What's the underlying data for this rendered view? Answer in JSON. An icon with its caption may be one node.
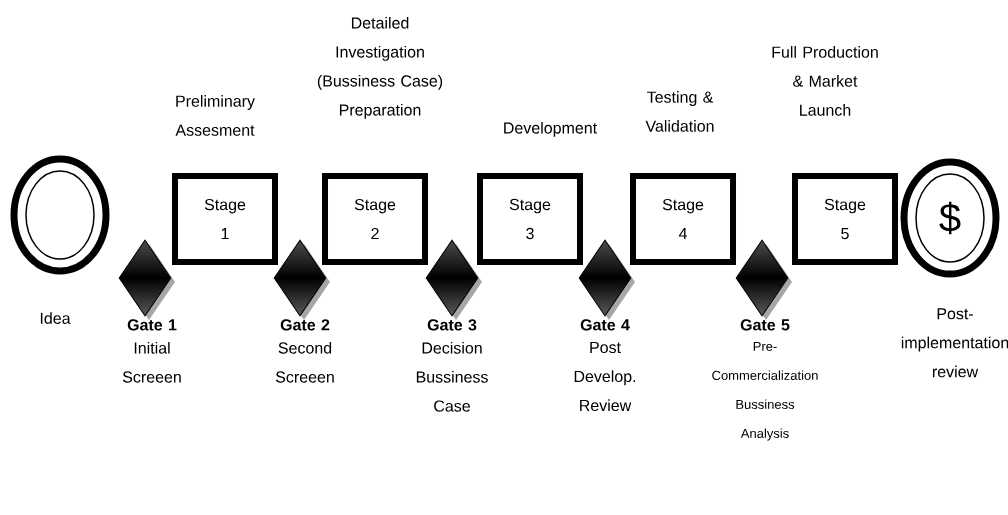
{
  "diagram": {
    "nodes": [
      {
        "text": [],
        "shape": "circle",
        "beside": [
          "Idea"
        ]
      },
      {
        "text": [
          "Stage 1"
        ],
        "beside": [
          "Preliminary Assesment"
        ]
      },
      {
        "text": [],
        "shape": "diamond",
        "beside": [
          "Gate 1",
          "Initial Screeen"
        ]
      },
      {
        "text": [
          "Stage 2"
        ],
        "beside": [
          "Detailed Investigation (Bussiness Case) Preparation"
        ]
      },
      {
        "text": [],
        "shape": "diamond",
        "beside": [
          "Gate 2",
          "Second Screeen"
        ]
      },
      {
        "text": [
          "Stage 3"
        ],
        "beside": [
          "Development"
        ]
      },
      {
        "text": [],
        "shape": "diamond",
        "beside": [
          "Gate 3",
          "Decision Bussiness Case"
        ]
      },
      {
        "text": [
          "Stage 4"
        ],
        "beside": [
          "Testing & Validation"
        ]
      },
      {
        "text": [],
        "shape": "diamond",
        "beside": [
          "Gate 4",
          "Post Develop. Review"
        ]
      },
      {
        "text": [
          "Stage 5"
        ],
        "beside": [
          "Full Production & Market Launch"
        ]
      },
      {
        "text": [],
        "shape": "diamond",
        "beside": [
          "Gate 5",
          "Pre-Commercialization Bussiness Analysis"
        ]
      },
      {
        "text": [
          "$"
        ],
        "beside": [
          "Post-implementation review"
        ]
      }
    ]
  }
}
